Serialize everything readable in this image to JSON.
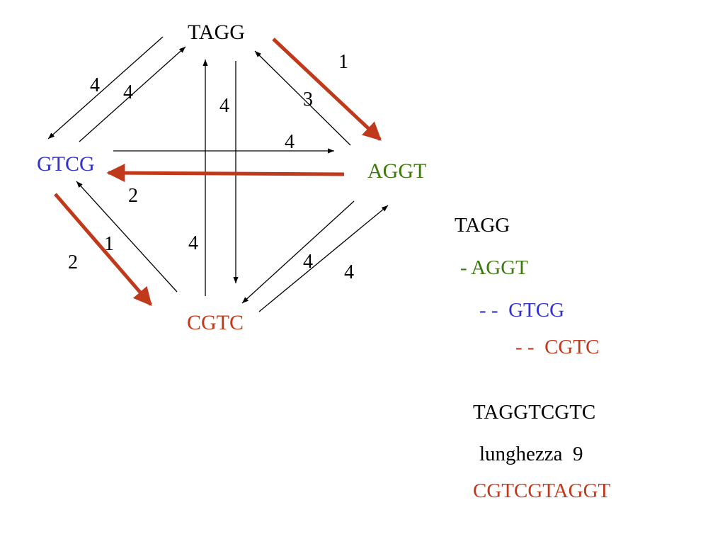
{
  "colors": {
    "black": "#000000",
    "blue": "#3333cc",
    "green": "#3c7a0c",
    "red": "#c0391b",
    "path": "#c0391b"
  },
  "nodes": {
    "tagg": {
      "label": "TAGG",
      "color": "#000000"
    },
    "aggt": {
      "label": "AGGT",
      "color": "#3c7a0c"
    },
    "gtcg": {
      "label": "GTCG",
      "color": "#3333cc"
    },
    "cgtc": {
      "label": "CGTC",
      "color": "#c0391b"
    }
  },
  "edges": [
    {
      "from": "TAGG",
      "to": "AGGT",
      "weight": "1",
      "highlighted": true
    },
    {
      "from": "AGGT",
      "to": "TAGG",
      "weight": "3",
      "highlighted": false
    },
    {
      "from": "AGGT",
      "to": "GTCG",
      "weight": "2",
      "highlighted": true
    },
    {
      "from": "GTCG",
      "to": "AGGT",
      "weight": "4",
      "highlighted": false
    },
    {
      "from": "GTCG",
      "to": "CGTC",
      "weight": "2",
      "highlighted": true
    },
    {
      "from": "CGTC",
      "to": "GTCG",
      "weight": "1",
      "highlighted": false
    },
    {
      "from": "TAGG",
      "to": "GTCG",
      "weight": "4",
      "highlighted": false
    },
    {
      "from": "GTCG",
      "to": "TAGG",
      "weight": "4",
      "highlighted": false
    },
    {
      "from": "TAGG",
      "to": "CGTC",
      "weight": "4",
      "highlighted": false
    },
    {
      "from": "CGTC",
      "to": "TAGG",
      "weight": "4",
      "highlighted": false
    },
    {
      "from": "AGGT",
      "to": "CGTC",
      "weight": "4",
      "highlighted": false
    },
    {
      "from": "CGTC",
      "to": "AGGT",
      "weight": "4",
      "highlighted": false
    }
  ],
  "alignment": {
    "line1": "TAGG",
    "line2": "- AGGT",
    "line3": "- -  GTCG",
    "line4": "- -  CGTC"
  },
  "result": {
    "sequence": "TAGGTCGTC",
    "length_text": "lunghezza  9",
    "alt_sequence": "CGTCGTAGGT"
  }
}
